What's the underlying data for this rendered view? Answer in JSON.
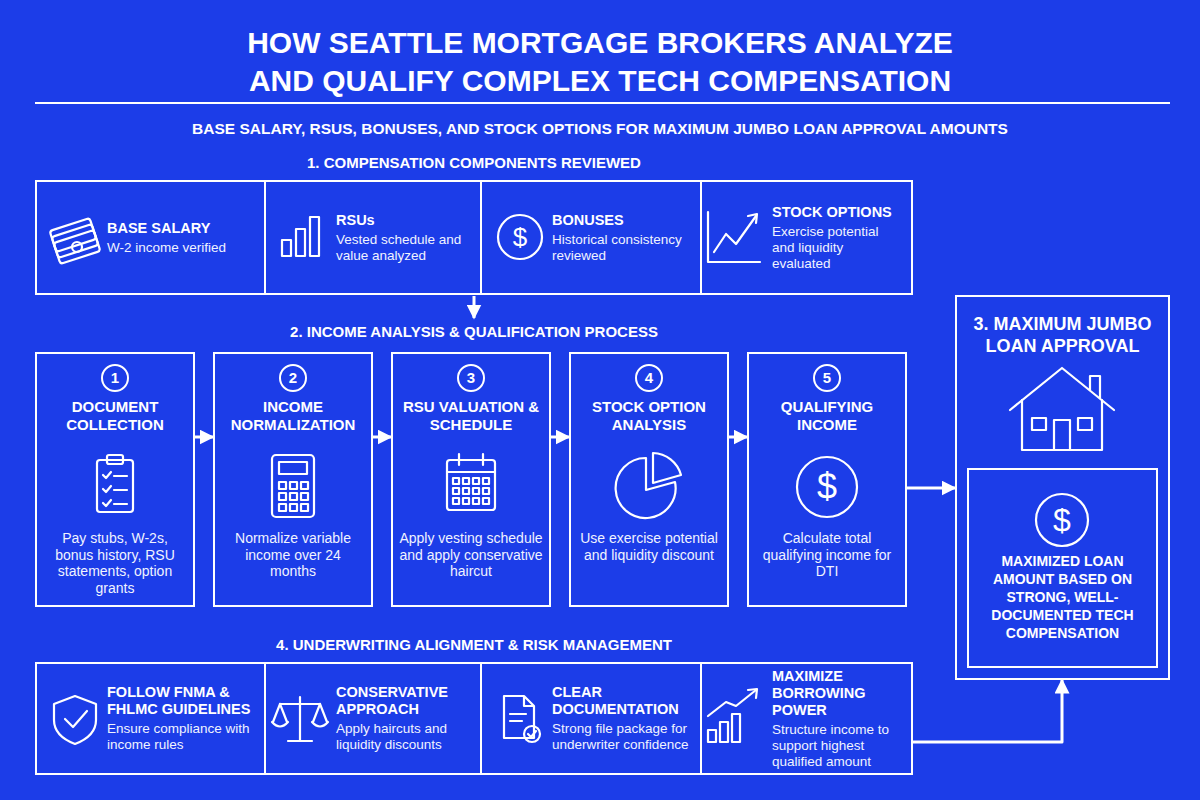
{
  "diagram": {
    "title": "HOW SEATTLE MORTGAGE BROKERS ANALYZE AND QUALIFY COMPLEX TECH COMPENSATION",
    "nodes": [
      {
        "text": [
          "1. COMPENSATION COMPONENTS REVIEWED"
        ]
      },
      {
        "text": [
          "BASE SALARY",
          "W-2 income verified"
        ],
        "in": 0
      },
      {
        "text": [
          "RSUs",
          "Vested schedule and value analyzed"
        ],
        "in": 0
      },
      {
        "text": [
          "BONUSES",
          "Historical consistency reviewed"
        ],
        "in": 0
      },
      {
        "text": [
          "STOCK OPTIONS",
          "Exercise potential and liquidity evaluated"
        ],
        "in": 0
      },
      {
        "text": [
          "1",
          "DOCUMENT COLLECTION",
          "Pay stubs, W-2s, bonus history, RSU statements, option grants"
        ]
      },
      {
        "text": [
          "2",
          "INCOME NORMALIZATION",
          "Normalize variable income over 24 months"
        ]
      },
      {
        "text": [
          "3",
          "RSU VALUATION & SCHEDULE",
          "Apply vesting schedule and apply conservative haircut"
        ]
      },
      {
        "text": [
          "4",
          "STOCK OPTION ANALYSIS",
          "Use exercise potential and liquidity discount"
        ]
      },
      {
        "text": [
          "5",
          "QUALIFYING INCOME",
          "Calculate total qualifying income for DTI"
        ]
      },
      {
        "text": [
          "3. MAXIMUM JUMBO LOAN APPROVAL"
        ]
      },
      {
        "text": [
          "MAXIMIZED LOAN AMOUNT BASED ON STRONG, WELL-DOCUMENTED TECH COMPENSATION"
        ],
        "in": 10
      },
      {
        "text": [
          "4. UNDERWRITING ALIGNMENT & RISK MANAGEMENT"
        ]
      },
      {
        "text": [
          "FOLLOW FNMA & FHLMC GUIDELINES",
          "Ensure compliance with income rules"
        ],
        "in": 12
      },
      {
        "text": [
          "CONSERVATIVE APPROACH",
          "Apply haircuts and liquidity discounts"
        ],
        "in": 12
      },
      {
        "text": [
          "CLEAR DOCUMENTATION",
          "Strong file package for underwriter confidence"
        ],
        "in": 12
      },
      {
        "text": [
          "MAXIMIZE BORROWING POWER",
          "Structure income to support highest qualified amount"
        ],
        "in": 12
      }
    ],
    "edges": [
      {
        "from": 5,
        "to": 6,
        "arrow": "to"
      },
      {
        "from": 6,
        "to": 7,
        "arrow": "to"
      },
      {
        "from": 7,
        "to": 8,
        "arrow": "to"
      },
      {
        "from": 8,
        "to": 9,
        "arrow": "to"
      },
      {
        "from": 9,
        "to": 10,
        "arrow": "to"
      },
      {
        "from": 12,
        "to": 10,
        "arrow": "to"
      }
    ],
    "labels": [
      "BASE SALARY, RSUS, BONUSES, AND STOCK OPTIONS FOR MAXIMUM JUMBO LOAN APPROVAL AMOUNTS",
      "2. INCOME ANALYSIS & QUALIFICATION PROCESS",
      "$",
      "$",
      "$"
    ]
  }
}
